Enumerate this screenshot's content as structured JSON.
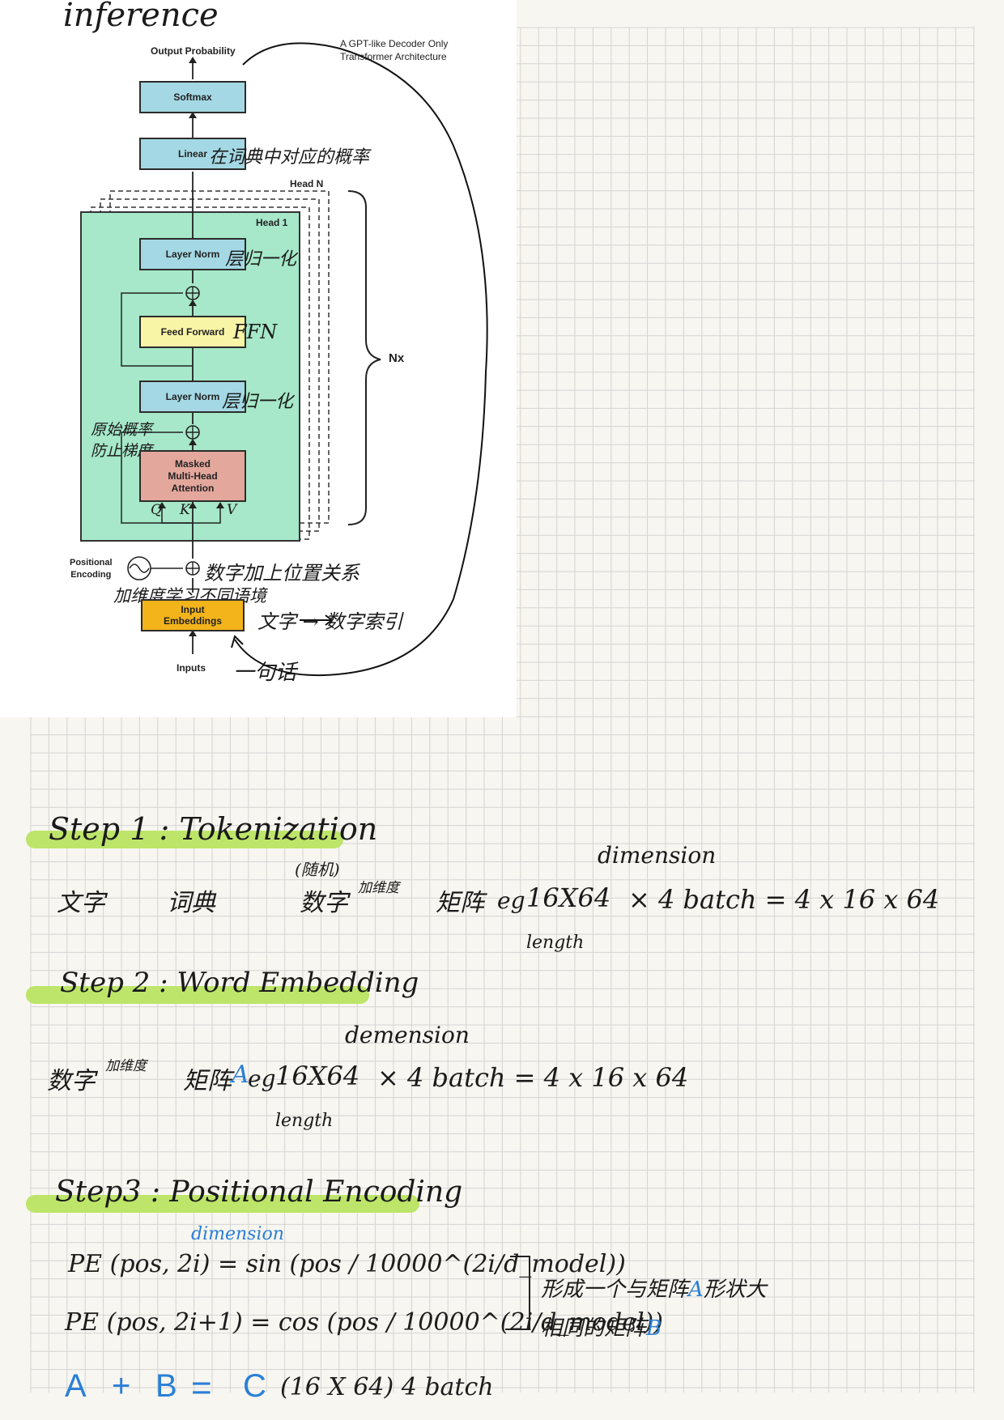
{
  "diagram": {
    "title": "inference",
    "caption": "A GPT-like Decoder Only\nTransformer Architecture",
    "output_label": "Output Probability",
    "softmax": "Softmax",
    "linear": "Linear",
    "linear_note": "在词典中对应的概率",
    "head_n": "Head N",
    "head_1": "Head 1",
    "layer_norm_top": "Layer Norm",
    "layer_norm_top_note": "层归一化",
    "feed_forward": "Feed Forward",
    "feed_forward_note": "FFN",
    "layer_norm_bottom": "Layer Norm",
    "layer_norm_bottom_note": "层归一化",
    "residual_note": "原始概率\n防止梯度",
    "attention": "Masked\nMulti-Head\nAttention",
    "q": "Q",
    "k": "K",
    "v": "V",
    "nx": "Nx",
    "positional_encoding": "Positional\nEncoding",
    "plus_note": "数字加上位置关系",
    "dim_note": "加维度学习不同语境",
    "input_embeddings": "Input\nEmbeddings",
    "embed_note": "文字 → 数字索引",
    "inputs": "Inputs",
    "inputs_note": "一句话"
  },
  "step1": {
    "title": "Step 1 : Tokenization",
    "text": "文字",
    "dict": "词典",
    "random": "(随机)",
    "number": "数字",
    "add_dim": "加维度",
    "matrix": "矩阵",
    "eg": "eg",
    "shape": "16X64",
    "dimension": "dimension",
    "length": "length",
    "batch": "× 4 batch = 4 x 16 x 64"
  },
  "step2": {
    "title": "Step 2 : Word Embedding",
    "number": "数字",
    "add_dim": "加维度",
    "matrix": "矩阵",
    "matrix_a": "A",
    "eg": "eg",
    "shape": "16X64",
    "dimension": "demension",
    "length": "length",
    "batch": "× 4 batch = 4 x 16 x 64"
  },
  "step3": {
    "title": "Step3 : Positional Encoding",
    "dimension": "dimension",
    "pe_sin": "PE (pos, 2i) = sin (pos / 10000^(2i/d_model))",
    "pe_cos": "PE (pos, 2i+1) = cos (pos / 10000^(2i/d_model))",
    "note_line1": "形成一个与矩阵",
    "note_line1_a": "A",
    "note_line1_end": "形状大",
    "note_line2": "相同的矩阵",
    "note_line2_b": "B",
    "sum_a": "A",
    "sum_plus": "+",
    "sum_b": "B",
    "sum_eq": "=",
    "sum_c": "C",
    "sum_shape": "(16 X 64)  4 batch"
  },
  "colors": {
    "grid_line": "#d4d4d4",
    "highlight": "#bde56a",
    "teal": "#a6e8c9",
    "blue_box": "#a4d8e4",
    "yellow_box": "#f9f5a7",
    "attention_box": "#e3a79c",
    "embed_box": "#f3b41b",
    "blue_ink": "#2a7fd6"
  }
}
